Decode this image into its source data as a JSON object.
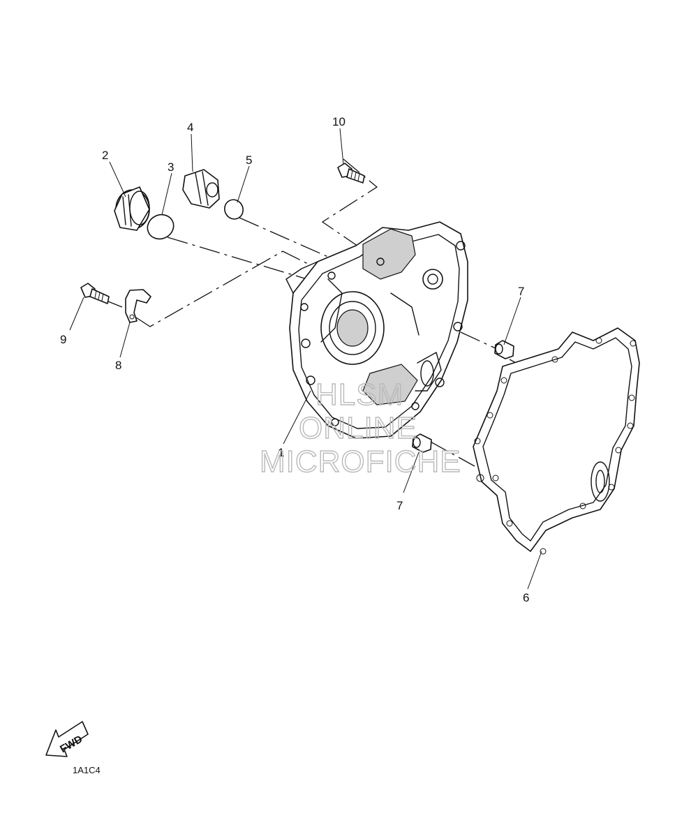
{
  "callouts": [
    {
      "id": "1",
      "label": "1"
    },
    {
      "id": "2",
      "label": "2"
    },
    {
      "id": "3",
      "label": "3"
    },
    {
      "id": "4",
      "label": "4"
    },
    {
      "id": "5",
      "label": "5"
    },
    {
      "id": "6",
      "label": "6"
    },
    {
      "id": "7a",
      "label": "7"
    },
    {
      "id": "7b",
      "label": "7"
    },
    {
      "id": "8",
      "label": "8"
    },
    {
      "id": "9",
      "label": "9"
    },
    {
      "id": "10",
      "label": "10"
    }
  ],
  "watermark": {
    "line1": "HLSM",
    "line2": "ONLINE",
    "line3": "MICROFICHE"
  },
  "fwd_arrow": {
    "label": "FWD"
  },
  "diagram_code": "1A1C4"
}
